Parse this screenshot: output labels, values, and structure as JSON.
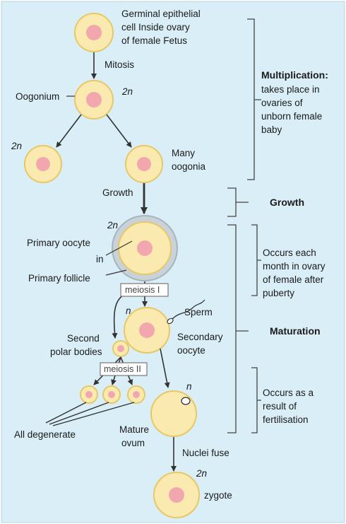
{
  "labels": {
    "germinal_line1": "Germinal epithelial",
    "germinal_line2": "cell Inside ovary",
    "germinal_line3": "of female Fetus",
    "mitosis": "Mitosis",
    "oogonium": "Oogonium",
    "ploidy_oogonium": "2n",
    "ploidy_left_cell": "2n",
    "many_line1": "Many",
    "many_line2": "oogonia",
    "growth_arrow": "Growth",
    "ploidy_primary": "2n",
    "primary_oocyte": "Primary oocyte",
    "in_word": "in",
    "primary_follicle": "Primary follicle",
    "meiosis1": "meiosis I",
    "sperm": "Sperm",
    "ploidy_secondary": "n",
    "second_line1": "Second",
    "second_line2": "polar bodies",
    "secondary_line1": "Secondary",
    "secondary_line2": "oocyte",
    "meiosis2": "meiosis II",
    "ploidy_ovum": "n",
    "all_degenerate": "All degenerate",
    "mature_line1": "Mature",
    "mature_line2": "ovum",
    "nuclei_fuse": "Nuclei fuse",
    "ploidy_zygote": "2n",
    "zygote": "zygote"
  },
  "phases": {
    "multiplication_title": "Multiplication:",
    "multiplication_line1": "takes place in",
    "multiplication_line2": "ovaries of",
    "multiplication_line3": "unborn female",
    "multiplication_line4": "baby",
    "growth_title": "Growth",
    "monthly_line1": "Occurs each",
    "monthly_line2": "month in ovary",
    "monthly_line3": "of female after",
    "monthly_line4": "puberty",
    "maturation_title": "Maturation",
    "fert_line1": "Occurs as a",
    "fert_line2": "result of",
    "fert_line3": "fertilisation"
  },
  "colors": {
    "background": "#d9eef7",
    "cell_fill": "#fbeab0",
    "cell_stroke": "#e7c766",
    "nucleus": "#f2a7ae",
    "follicle": "#c5ced4",
    "line": "#333333"
  }
}
